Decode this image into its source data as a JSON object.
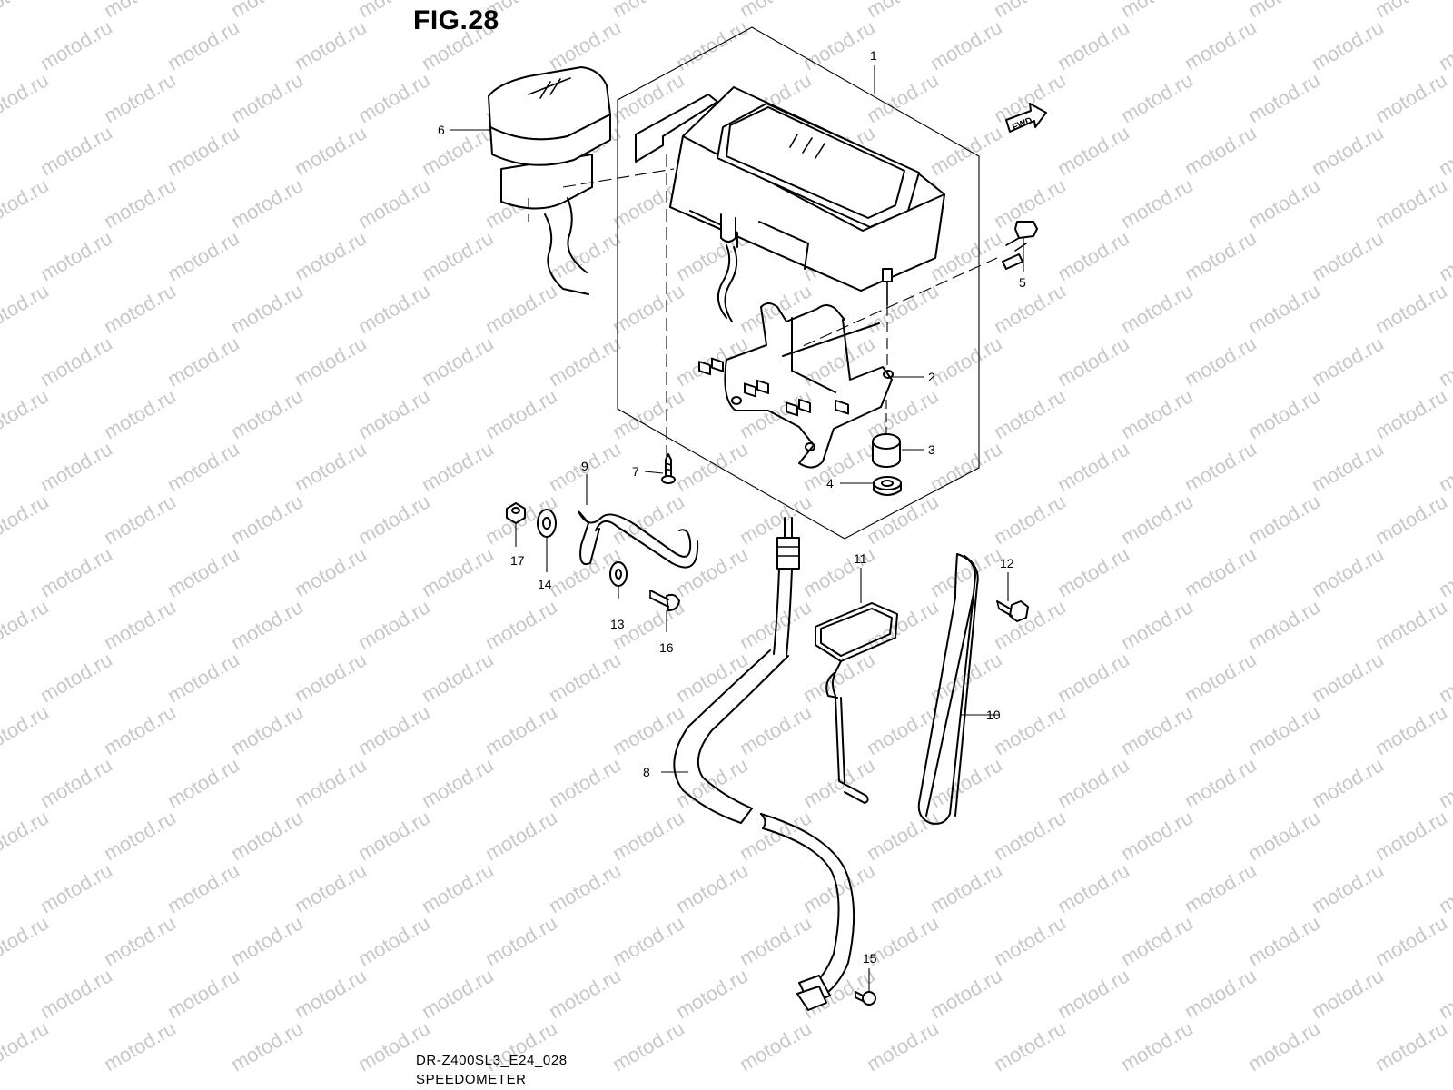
{
  "figure": {
    "title": "FIG.28",
    "code": "DR-Z400SL3_E24_028",
    "name": "SPEEDOMETER",
    "direction_badge": "FWD",
    "watermark": "motod.ru"
  },
  "callouts": [
    "1",
    "2",
    "3",
    "4",
    "5",
    "6",
    "7",
    "8",
    "9",
    "10",
    "11",
    "12",
    "13",
    "14",
    "15",
    "16",
    "17"
  ]
}
